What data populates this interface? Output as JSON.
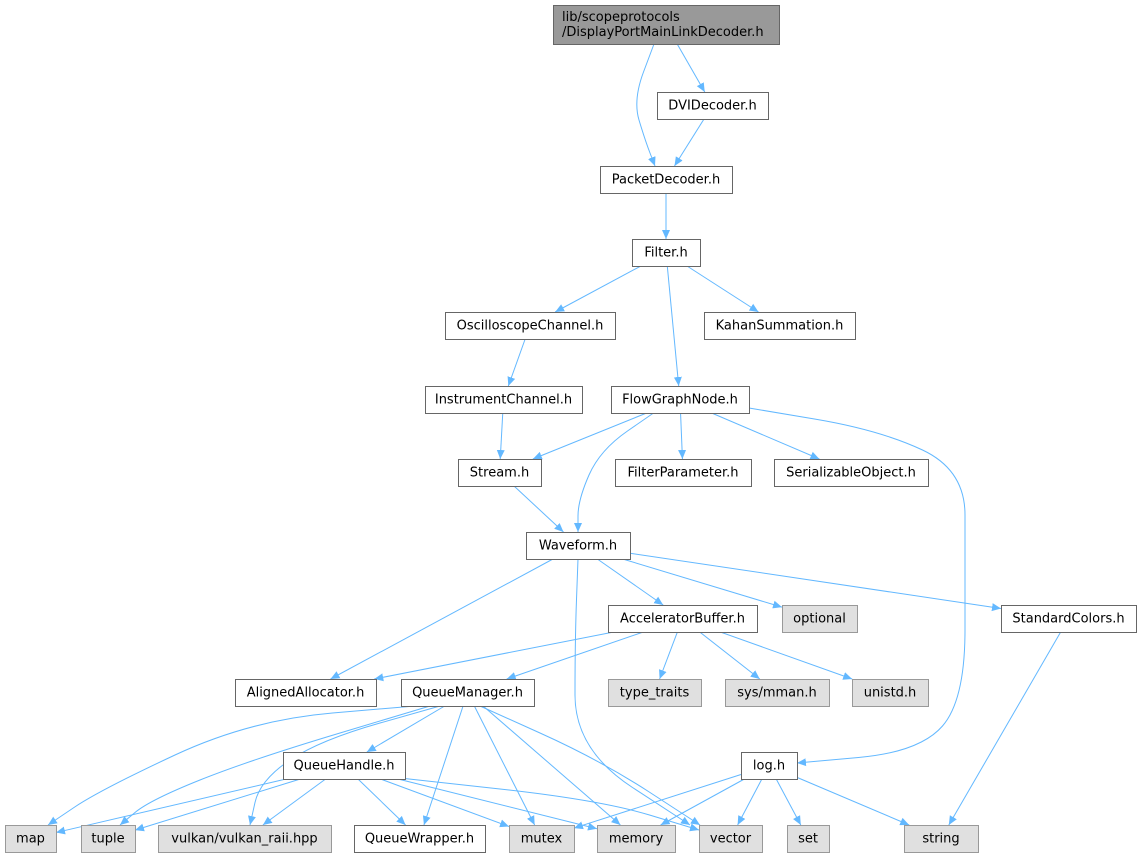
{
  "colors": {
    "root_fill": "#999999",
    "node_fill": "#ffffff",
    "system_fill": "#e0e0e0",
    "border": "#666666",
    "system_border": "#999999",
    "edge": "#63b8ff"
  },
  "nodes": [
    {
      "id": "root",
      "lines": [
        "lib/scopeprotocols",
        "/DisplayPortMainLinkDecoder.h"
      ],
      "kind": "root"
    },
    {
      "id": "dvidecoder",
      "lines": [
        "DVIDecoder.h"
      ],
      "kind": "file"
    },
    {
      "id": "packetdecoder",
      "lines": [
        "PacketDecoder.h"
      ],
      "kind": "file"
    },
    {
      "id": "filter",
      "lines": [
        "Filter.h"
      ],
      "kind": "file"
    },
    {
      "id": "oscilloscopechannel",
      "lines": [
        "OscilloscopeChannel.h"
      ],
      "kind": "file"
    },
    {
      "id": "kahansummation",
      "lines": [
        "KahanSummation.h"
      ],
      "kind": "file"
    },
    {
      "id": "instrumentchannel",
      "lines": [
        "InstrumentChannel.h"
      ],
      "kind": "file"
    },
    {
      "id": "flowgraphnode",
      "lines": [
        "FlowGraphNode.h"
      ],
      "kind": "file"
    },
    {
      "id": "stream",
      "lines": [
        "Stream.h"
      ],
      "kind": "file"
    },
    {
      "id": "filterparameter",
      "lines": [
        "FilterParameter.h"
      ],
      "kind": "file"
    },
    {
      "id": "serializableobject",
      "lines": [
        "SerializableObject.h"
      ],
      "kind": "file"
    },
    {
      "id": "waveform",
      "lines": [
        "Waveform.h"
      ],
      "kind": "file"
    },
    {
      "id": "acceleratorbuffer",
      "lines": [
        "AcceleratorBuffer.h"
      ],
      "kind": "file"
    },
    {
      "id": "optional",
      "lines": [
        "optional"
      ],
      "kind": "system"
    },
    {
      "id": "standardcolors",
      "lines": [
        "StandardColors.h"
      ],
      "kind": "file"
    },
    {
      "id": "alignedallocator",
      "lines": [
        "AlignedAllocator.h"
      ],
      "kind": "file"
    },
    {
      "id": "queuemanager",
      "lines": [
        "QueueManager.h"
      ],
      "kind": "file"
    },
    {
      "id": "type_traits",
      "lines": [
        "type_traits"
      ],
      "kind": "system"
    },
    {
      "id": "sysmman",
      "lines": [
        "sys/mman.h"
      ],
      "kind": "system"
    },
    {
      "id": "unistd",
      "lines": [
        "unistd.h"
      ],
      "kind": "system"
    },
    {
      "id": "queuehandle",
      "lines": [
        "QueueHandle.h"
      ],
      "kind": "file"
    },
    {
      "id": "log",
      "lines": [
        "log.h"
      ],
      "kind": "file"
    },
    {
      "id": "map",
      "lines": [
        "map"
      ],
      "kind": "system"
    },
    {
      "id": "tuple",
      "lines": [
        "tuple"
      ],
      "kind": "system"
    },
    {
      "id": "vulkanraii",
      "lines": [
        "vulkan/vulkan_raii.hpp"
      ],
      "kind": "system"
    },
    {
      "id": "queuewrapper",
      "lines": [
        "QueueWrapper.h"
      ],
      "kind": "file"
    },
    {
      "id": "mutex",
      "lines": [
        "mutex"
      ],
      "kind": "system"
    },
    {
      "id": "memory",
      "lines": [
        "memory"
      ],
      "kind": "system"
    },
    {
      "id": "vector",
      "lines": [
        "vector"
      ],
      "kind": "system"
    },
    {
      "id": "set",
      "lines": [
        "set"
      ],
      "kind": "system"
    },
    {
      "id": "string",
      "lines": [
        "string"
      ],
      "kind": "system"
    }
  ],
  "edges": [
    [
      "root",
      "packetdecoder"
    ],
    [
      "root",
      "dvidecoder"
    ],
    [
      "dvidecoder",
      "packetdecoder"
    ],
    [
      "packetdecoder",
      "filter"
    ],
    [
      "filter",
      "oscilloscopechannel"
    ],
    [
      "filter",
      "flowgraphnode"
    ],
    [
      "filter",
      "kahansummation"
    ],
    [
      "oscilloscopechannel",
      "instrumentchannel"
    ],
    [
      "instrumentchannel",
      "stream"
    ],
    [
      "flowgraphnode",
      "stream"
    ],
    [
      "flowgraphnode",
      "waveform"
    ],
    [
      "flowgraphnode",
      "filterparameter"
    ],
    [
      "flowgraphnode",
      "serializableobject"
    ],
    [
      "flowgraphnode",
      "log"
    ],
    [
      "stream",
      "waveform"
    ],
    [
      "waveform",
      "alignedallocator"
    ],
    [
      "waveform",
      "acceleratorbuffer"
    ],
    [
      "waveform",
      "optional"
    ],
    [
      "waveform",
      "standardcolors"
    ],
    [
      "waveform",
      "vector"
    ],
    [
      "acceleratorbuffer",
      "alignedallocator"
    ],
    [
      "acceleratorbuffer",
      "queuemanager"
    ],
    [
      "acceleratorbuffer",
      "type_traits"
    ],
    [
      "acceleratorbuffer",
      "sysmman"
    ],
    [
      "acceleratorbuffer",
      "unistd"
    ],
    [
      "standardcolors",
      "string"
    ],
    [
      "queuemanager",
      "map"
    ],
    [
      "queuemanager",
      "tuple"
    ],
    [
      "queuemanager",
      "vulkanraii"
    ],
    [
      "queuemanager",
      "queuehandle"
    ],
    [
      "queuemanager",
      "queuewrapper"
    ],
    [
      "queuemanager",
      "mutex"
    ],
    [
      "queuemanager",
      "memory"
    ],
    [
      "queuemanager",
      "vector"
    ],
    [
      "queuehandle",
      "map"
    ],
    [
      "queuehandle",
      "tuple"
    ],
    [
      "queuehandle",
      "vulkanraii"
    ],
    [
      "queuehandle",
      "queuewrapper"
    ],
    [
      "queuehandle",
      "mutex"
    ],
    [
      "queuehandle",
      "memory"
    ],
    [
      "queuehandle",
      "vector"
    ],
    [
      "log",
      "mutex"
    ],
    [
      "log",
      "memory"
    ],
    [
      "log",
      "vector"
    ],
    [
      "log",
      "set"
    ],
    [
      "log",
      "string"
    ]
  ]
}
